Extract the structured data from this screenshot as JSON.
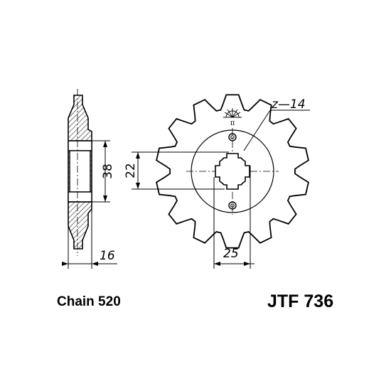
{
  "diagram": {
    "teeth_label": "z—14",
    "dim_inner": "22",
    "dim_outer": "38",
    "dim_width": "16",
    "dim_spline": "25",
    "mark_symbol": "π"
  },
  "caption": {
    "chain": "Chain 520",
    "part_number": "JTF 736"
  }
}
